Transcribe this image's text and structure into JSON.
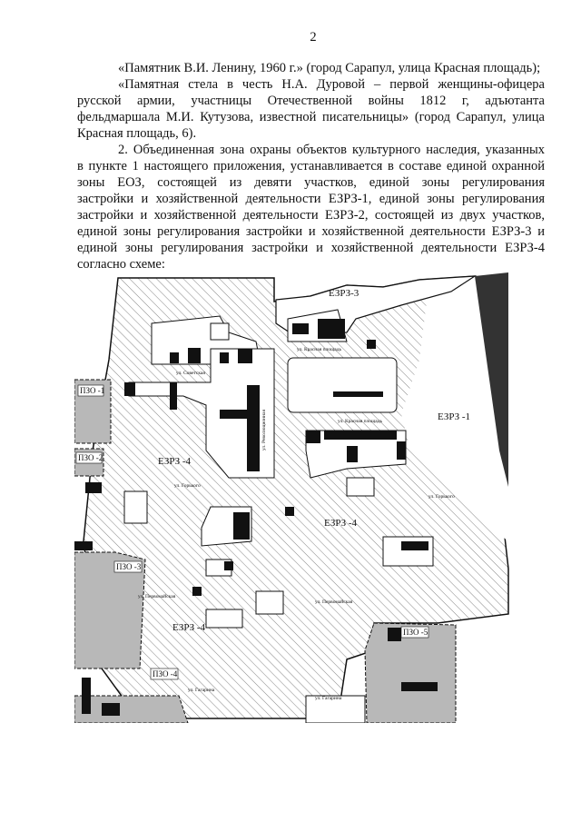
{
  "page_number": "2",
  "lines": [
    "«Памятник В.И. Ленину, 1960 г.» (город Сарапул, улица Красная площадь);",
    "«Памятная стела в честь Н.А. Дуровой – первой женщины-офицера",
    "русской армии, участницы Отечественной войны 1812 г, адъютанта",
    "фельдмаршала М.И. Кутузова, известной писательницы» (город Сарапул, улица",
    "Красная площадь, 6).",
    "2. Объединенная зона охраны объектов культурного наследия, указанных",
    "в пункте 1 настоящего приложения, устанавливается в составе единой охранной",
    "зоны ЕОЗ, состоящей из девяти участков, единой зоны регулирования",
    "застройки и хозяйственной деятельности ЕЗРЗ-1, единой зоны регулирования",
    "застройки и хозяйственной деятельности ЕЗРЗ-2, состоящей из двух участков,",
    "единой зоны регулирования застройки и хозяйственной деятельности ЕЗРЗ-3 и",
    "единой зоны регулирования застройки и хозяйственной деятельности ЕЗРЗ-4",
    "согласно схеме:"
  ],
  "map": {
    "zones": {
      "ezrz1": "ЕЗРЗ -1",
      "ezrz3": "ЕЗРЗ-3",
      "ezrz4_a": "ЕЗРЗ -4",
      "ezrz4_b": "ЕЗРЗ -4",
      "ezrz4_c": "ЕЗРЗ -4",
      "pzo1": "ПЗО -1",
      "pzo2": "ПЗО -2",
      "pzo3": "ПЗО -3",
      "pzo4": "ПЗО -4",
      "pzo5": "ПЗО -5"
    },
    "streets": {
      "krasnaya_ploshchad_1": "ул. Красная площадь",
      "krasnaya_ploshchad_2": "ул. Красная площадь",
      "sovetskaya": "ул. Советская",
      "gorkogo_1": "ул. Горького",
      "gorkogo_2": "ул. Горького",
      "pervomayskaya_1": "ул. Первомайская",
      "pervomayskaya_2": "ул. Первомайская",
      "gagarina_1": "ул. Гагарина",
      "gagarina_2": "ул. Гагарина",
      "revolyutsionnaya": "ул. Революционная"
    },
    "colors": {
      "hatch": "#555555",
      "protected_zone": "#b8b8b8",
      "building": "#111111"
    }
  }
}
